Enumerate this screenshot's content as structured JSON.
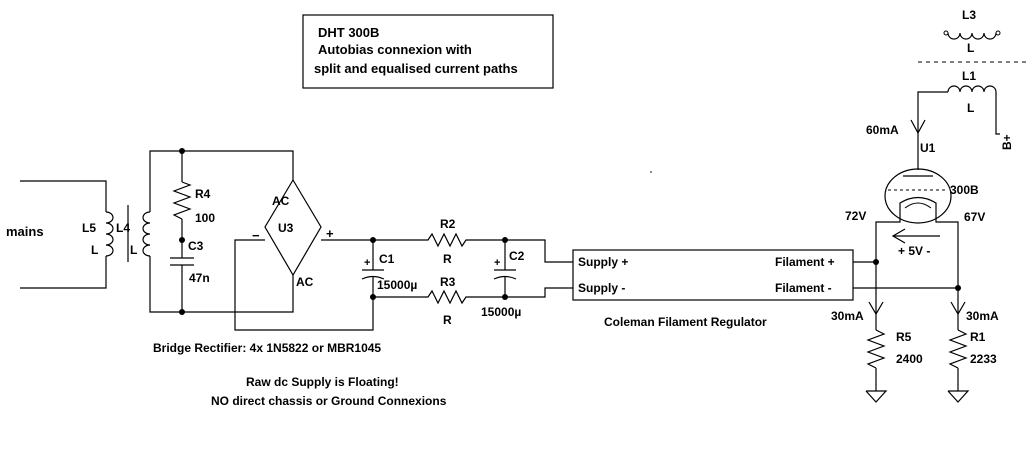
{
  "title_box": {
    "line1": "DHT 300B",
    "line2": "Autobias connexion with",
    "line3": "split and equalised current paths"
  },
  "labels": {
    "mains": "mains",
    "L5": "L5",
    "L4": "L4",
    "L5_val": "L",
    "L4_val": "L",
    "R4": "R4",
    "R4_val": "100",
    "C3": "C3",
    "C3_val": "47n",
    "U3": "U3",
    "AC_top": "AC",
    "AC_bottom": "AC",
    "minus": "−",
    "plus": "+",
    "C1": "C1",
    "C1_val": "15000µ",
    "C2": "C2",
    "C2_val": "15000µ",
    "R2": "R2",
    "R2_val": "R",
    "R3": "R3",
    "R3_val": "R",
    "cap_plus": "+",
    "reg_supply_plus": "Supply +",
    "reg_supply_minus": "Supply -",
    "reg_fil_plus": "Filament +",
    "reg_fil_minus": "Filament -",
    "reg_name": "Coleman Filament Regulator",
    "bridge_note": "Bridge Rectifier: 4x 1N5822 or MBR1045",
    "float_note1": "Raw dc Supply is Floating!",
    "float_note2": "NO direct chassis or Ground Connexions",
    "L3": "L3",
    "L3_val": "L",
    "L1": "L1",
    "L1_val": "L",
    "Bplus": "B+",
    "i60": "60mA",
    "U1": "U1",
    "tube": "300B",
    "v72": "72V",
    "v67": "67V",
    "v5": "+ 5V -",
    "i30a": "30mA",
    "i30b": "30mA",
    "R5": "R5",
    "R5_val": "2400",
    "R1": "R1",
    "R1_val": "2233"
  }
}
